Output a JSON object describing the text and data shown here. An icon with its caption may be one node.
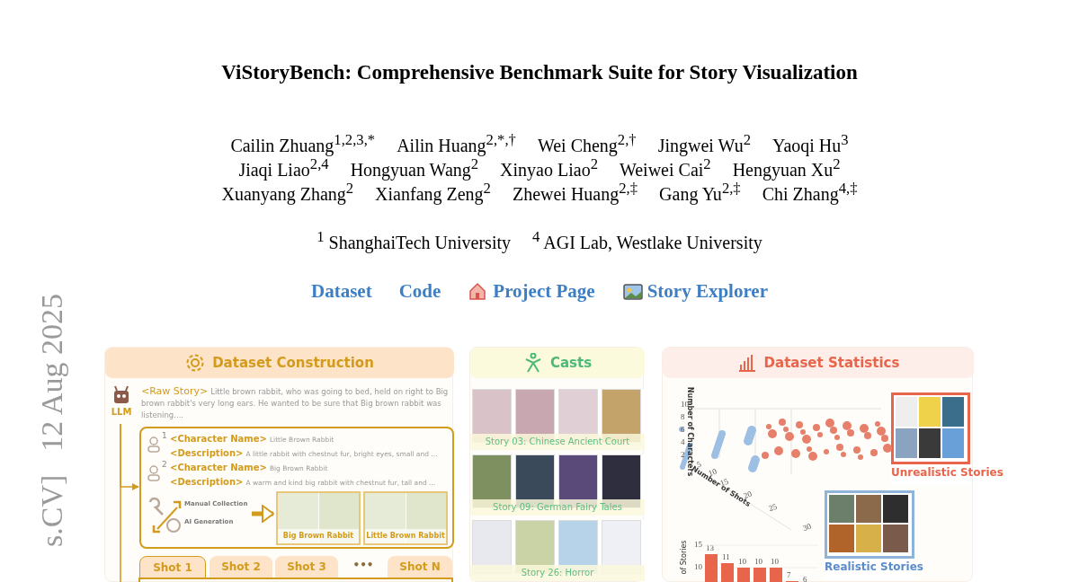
{
  "diagram": {
    "title": "ViStoryBench: Comprehensive Benchmark Suite for Story Visualization",
    "nodes": [
      {
        "text": [
          "Dataset Construction"
        ]
      },
      {
        "text": [
          "LLM"
        ],
        "in": 0
      },
      {
        "text": [
          "<Character Name>",
          "Little Brown Rabbit",
          "<Description>",
          "A little rabbit with chestnut fur, bright eyes, small and ...",
          "<Character Name>",
          "Big Brown Rabbit",
          "<Description>",
          "A warm and kind big rabbit with chestnut fur, tall and ..."
        ],
        "in": 0
      },
      {
        "text": [
          "Manual Collection",
          "AI Generation"
        ],
        "in": 2
      },
      {
        "text": [
          "Big Brown Rabbit"
        ],
        "in": 2
      },
      {
        "text": [
          "Little Brown Rabbit"
        ],
        "in": 2
      },
      {
        "text": [
          "Shot 1"
        ],
        "in": 0
      },
      {
        "text": [
          "Shot 2"
        ],
        "in": 0
      },
      {
        "text": [
          "Shot 3"
        ],
        "in": 0
      },
      {
        "text": [
          "Shot N"
        ],
        "in": 0
      },
      {
        "text": [
          "Casts"
        ]
      },
      {
        "text": [
          "Story 03: Chinese Ancient Court"
        ],
        "in": 10
      },
      {
        "text": [
          "Story 09: German Fairy Tales"
        ],
        "in": 10
      },
      {
        "text": [
          "Story 26: Horror"
        ],
        "in": 10
      },
      {
        "text": [
          "Dataset Statistics"
        ]
      },
      {
        "text": [
          "Unrealistic Stories"
        ],
        "in": 14
      },
      {
        "text": [
          "Realistic Stories"
        ],
        "in": 14
      }
    ],
    "edges": [
      {
        "from": 1,
        "to": 2,
        "arrow": "to"
      },
      {
        "from": 1,
        "to": null,
        "arrow": "none"
      },
      {
        "from": 3,
        "to": 4,
        "arrow": "to",
        "style": "thick"
      }
    ],
    "labels": [
      "Cailin Zhuang$^{1,2,3,*}$",
      "Ailin Huang$^{2,*,†}$",
      "Wei Cheng$^{2,†}$",
      "Jingwei Wu$^{2}$",
      "Yaoqi Hu$^{3}$",
      "Jiaqi Liao$^{2,4}$",
      "Hongyuan Wang$^{2}$",
      "Xinyao Liao$^{2}$",
      "Weiwei Cai$^{2}$",
      "Hengyuan Xu$^{2}$",
      "Xuanyang Zhang$^{2}$",
      "Xianfang Zeng$^{2}$",
      "Zhewei Huang$^{2,‡}$",
      "Gang Yu$^{2,‡}$",
      "Chi Zhang$^{4,‡}$",
      "$^{1}$ ShanghaiTech University",
      "$^{4}$ AGI Lab, Westlake University",
      "Dataset",
      "Code",
      "Project Page",
      "Story Explorer",
      "<Raw Story>",
      "Little brown rabbit, who was going to bed, held on right to Big brown rabbit's very long ears. He wanted to be sure that Big brown rabbit was listening....",
      "•••",
      "Number of Characters",
      "10",
      "8",
      "6",
      "4",
      "2",
      "Number of Shots",
      "5",
      "10",
      "15",
      "20",
      "25",
      "30",
      "of Stories",
      "15",
      "10",
      "13",
      "11",
      "10",
      "10",
      "10",
      "7",
      "6",
      "s.CV]",
      "12 Aug 2025",
      "1",
      "2"
    ]
  }
}
